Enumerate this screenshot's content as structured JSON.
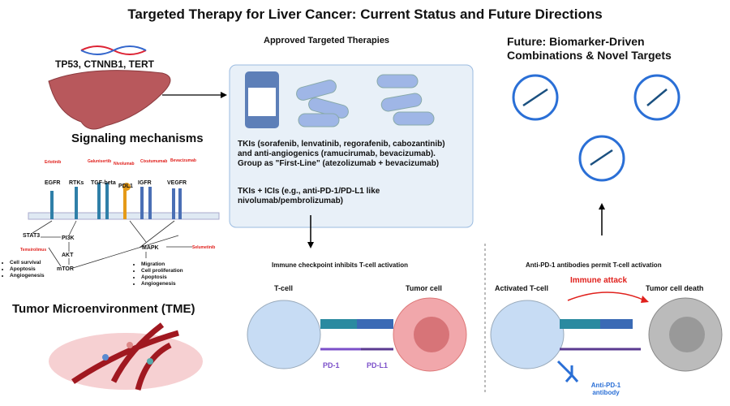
{
  "title": "Targeted Therapy for Liver Cancer: Current Status and Future Directions",
  "left": {
    "genes": "TP53, CTNNB1, TERT",
    "signaling_heading": "Signaling mechanisms",
    "drugs": [
      "Erlotinib",
      "Galunisertib",
      "Nivolumab",
      "Cixutumumab",
      "Bevacizumab",
      "Temsirolimus",
      "Selumetinib"
    ],
    "receptors": [
      "EGFR",
      "RTKs",
      "TGF-beta",
      "PDL1",
      "IGFR",
      "VEGFR"
    ],
    "nodes": {
      "stat3": "STAT3",
      "pi3k": "PI3K",
      "akt": "AKT",
      "mtor": "mTOR",
      "mapk": "MAPK"
    },
    "mtor_outcomes": [
      "Cell survival",
      "Apoptosis",
      "Angiogenesis"
    ],
    "mapk_outcomes": [
      "Migration",
      "Cell proliferation",
      "Apoptosis",
      "Angiogenesis"
    ],
    "tme_heading": "Tumor Microenvironment (TME)"
  },
  "center": {
    "heading": "Approved Targeted Therapies",
    "text1": "TKIs (sorafenib, lenvatinib, regorafenib, cabozantinib) and anti-angiogenics (ramucirumab, bevacizumab). Group as \"First-Line\" (atezolizumab + bevacizumab)",
    "text2": "TKIs + ICIs (e.g., anti-PD-1/PD-L1 like nivolumab/pembrolizumab)",
    "checkpoint_caption": "Immune checkpoint inhibits T-cell activation",
    "tcell": "T-cell",
    "tumor": "Tumor cell",
    "pd1": "PD-1",
    "pdl1": "PD-L1"
  },
  "right": {
    "heading": "Future: Biomarker-Driven Combinations & Novel Targets",
    "caption": "Anti-PD-1 antibodies permit T-cell activation",
    "activated": "Activated T-cell",
    "attack": "Immune attack",
    "death": "Tumor cell death",
    "antibody": "Anti-PD-1 antibody"
  },
  "colors": {
    "red": "#e0201c",
    "blue": "#2a6fd6",
    "purple": "#7b4fc9",
    "box": "#e8f0f8"
  }
}
